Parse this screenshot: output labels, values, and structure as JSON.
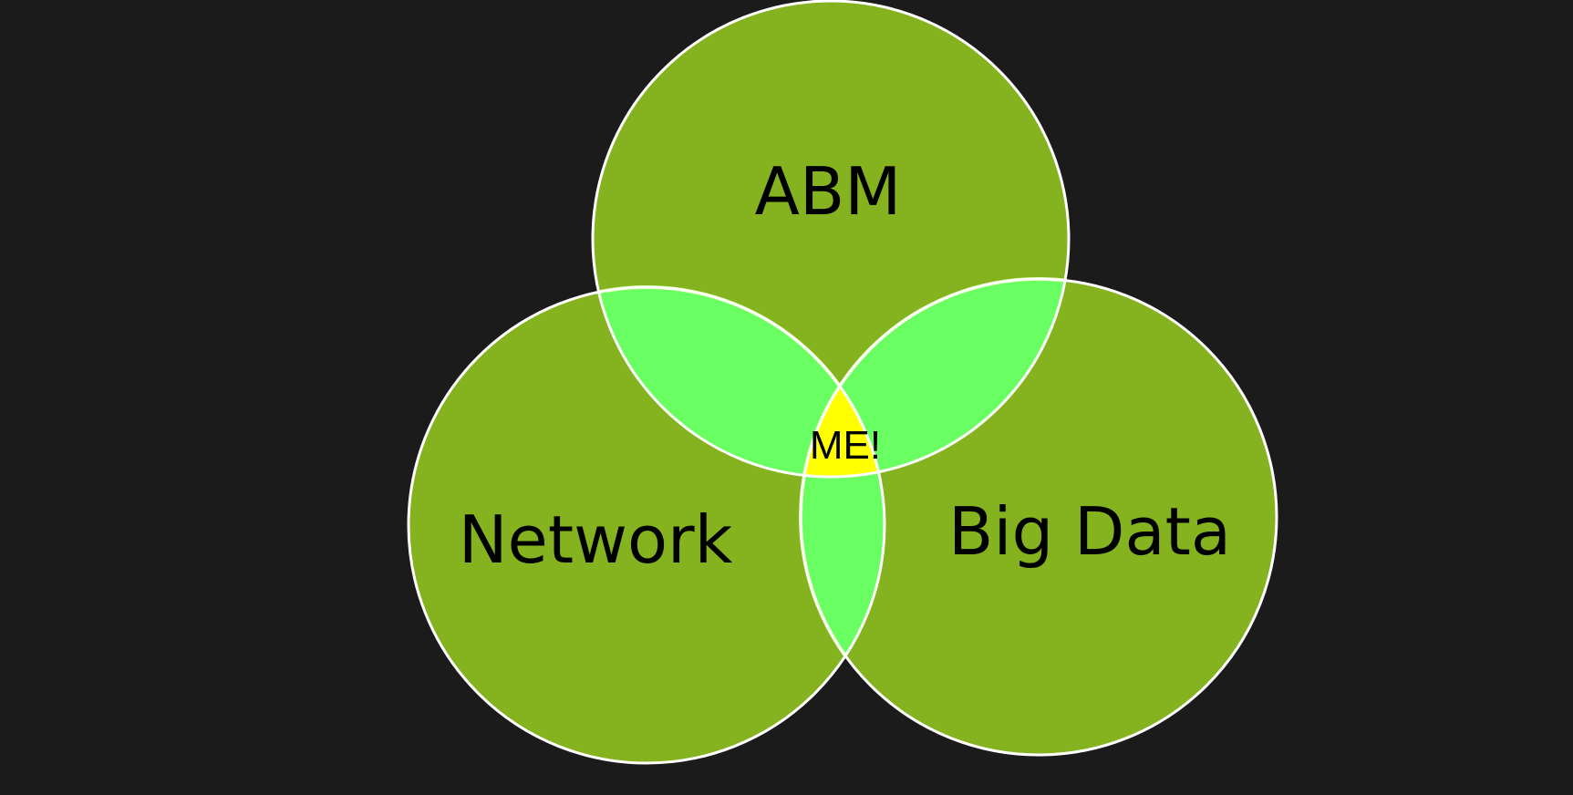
{
  "diagram": {
    "sets": [
      {
        "id": "abm",
        "label": "ABM"
      },
      {
        "id": "network",
        "label": "Network"
      },
      {
        "id": "bigdata",
        "label": "Big Data"
      }
    ],
    "center_label": "ME!"
  },
  "colors": {
    "background": "#1b1b1b",
    "circle_fill": "#85b31f",
    "circle_stroke": "#ffffff",
    "pair_overlap": "#69ff63",
    "pair_overlap_stroke": "#c8ff8c",
    "triple_overlap": "#ffff00",
    "text": "#000000"
  }
}
